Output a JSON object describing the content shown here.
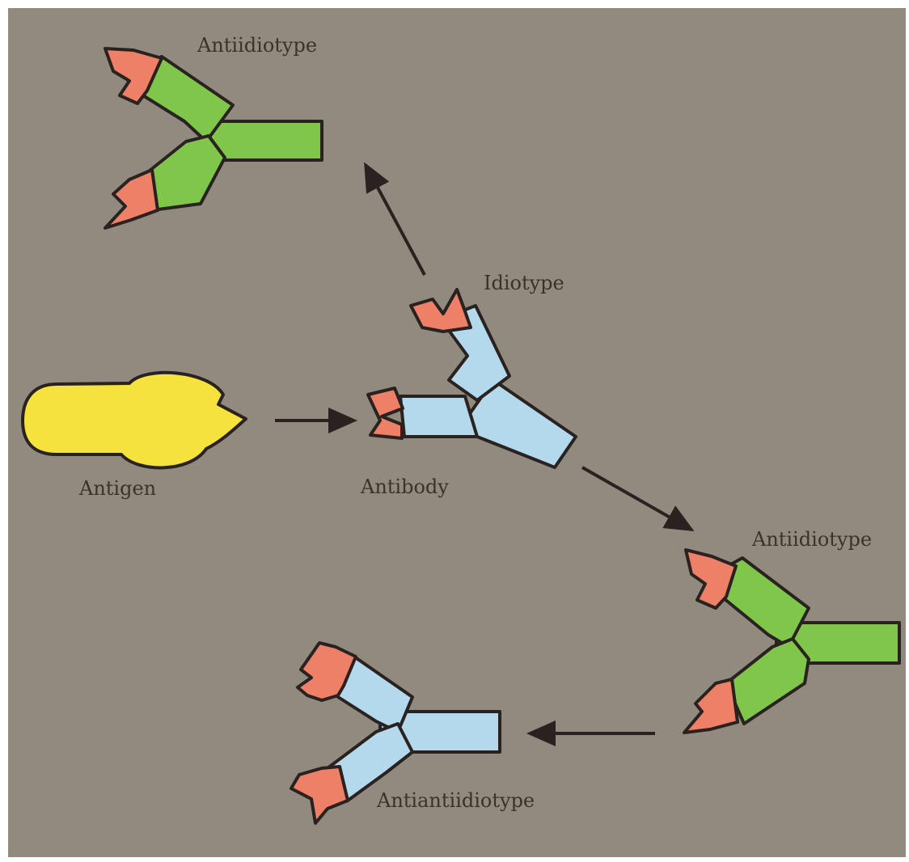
{
  "labels": {
    "antiidiotype_top": "Antiidiotype",
    "idiotype": "Idiotype",
    "antigen": "Antigen",
    "antibody": "Antibody",
    "antiidiotype_right": "Antiidiotype",
    "antiantiidiotype": "Antiantiidiotype"
  },
  "colors": {
    "background": "#918a7e",
    "antigen": "#f5e23c",
    "antibody": "#b4d9ec",
    "antiidiotype": "#7fc64a",
    "idiotype_tip": "#ee8068",
    "outline": "#2a2220",
    "arrow": "#2a2220"
  }
}
